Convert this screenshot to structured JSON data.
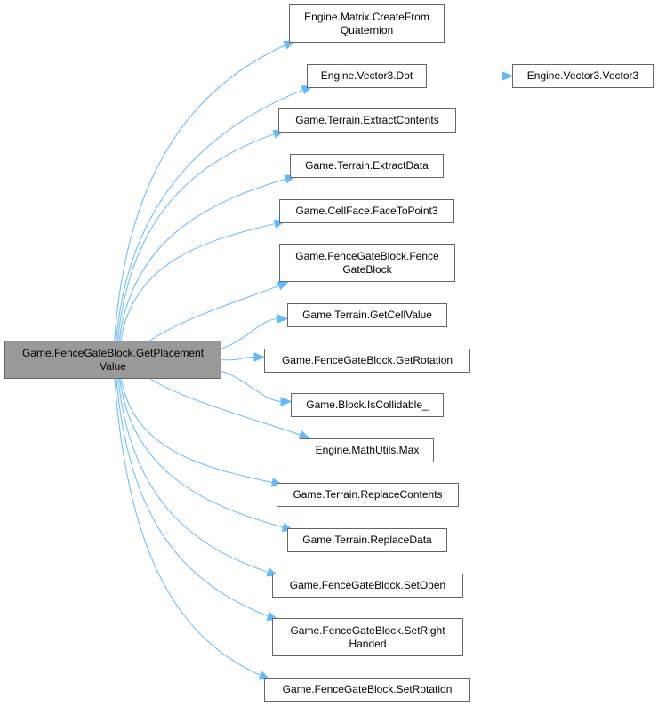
{
  "diagram": {
    "type": "call-graph",
    "edge_color": "#63b8ff",
    "root": {
      "id": "root",
      "label": "Game.FenceGateBlock.GetPlacement\nValue",
      "fill": "#999999"
    },
    "nodes": [
      {
        "id": "n1",
        "label": "Engine.Matrix.CreateFrom\nQuaternion"
      },
      {
        "id": "n2",
        "label": "Engine.Vector3.Dot"
      },
      {
        "id": "n3",
        "label": "Engine.Vector3.Vector3"
      },
      {
        "id": "n4",
        "label": "Game.Terrain.ExtractContents"
      },
      {
        "id": "n5",
        "label": "Game.Terrain.ExtractData"
      },
      {
        "id": "n6",
        "label": "Game.CellFace.FaceToPoint3"
      },
      {
        "id": "n7",
        "label": "Game.FenceGateBlock.Fence\nGateBlock"
      },
      {
        "id": "n8",
        "label": "Game.Terrain.GetCellValue"
      },
      {
        "id": "n9",
        "label": "Game.FenceGateBlock.GetRotation"
      },
      {
        "id": "n10",
        "label": "Game.Block.IsCollidable_"
      },
      {
        "id": "n11",
        "label": "Engine.MathUtils.Max"
      },
      {
        "id": "n12",
        "label": "Game.Terrain.ReplaceContents"
      },
      {
        "id": "n13",
        "label": "Game.Terrain.ReplaceData"
      },
      {
        "id": "n14",
        "label": "Game.FenceGateBlock.SetOpen"
      },
      {
        "id": "n15",
        "label": "Game.FenceGateBlock.SetRight\nHanded"
      },
      {
        "id": "n16",
        "label": "Game.FenceGateBlock.SetRotation"
      }
    ],
    "edges": [
      [
        "root",
        "n1"
      ],
      [
        "root",
        "n2"
      ],
      [
        "n2",
        "n3"
      ],
      [
        "root",
        "n4"
      ],
      [
        "root",
        "n5"
      ],
      [
        "root",
        "n6"
      ],
      [
        "root",
        "n7"
      ],
      [
        "root",
        "n8"
      ],
      [
        "root",
        "n9"
      ],
      [
        "root",
        "n10"
      ],
      [
        "root",
        "n11"
      ],
      [
        "root",
        "n12"
      ],
      [
        "root",
        "n13"
      ],
      [
        "root",
        "n14"
      ],
      [
        "root",
        "n15"
      ],
      [
        "root",
        "n16"
      ]
    ]
  }
}
